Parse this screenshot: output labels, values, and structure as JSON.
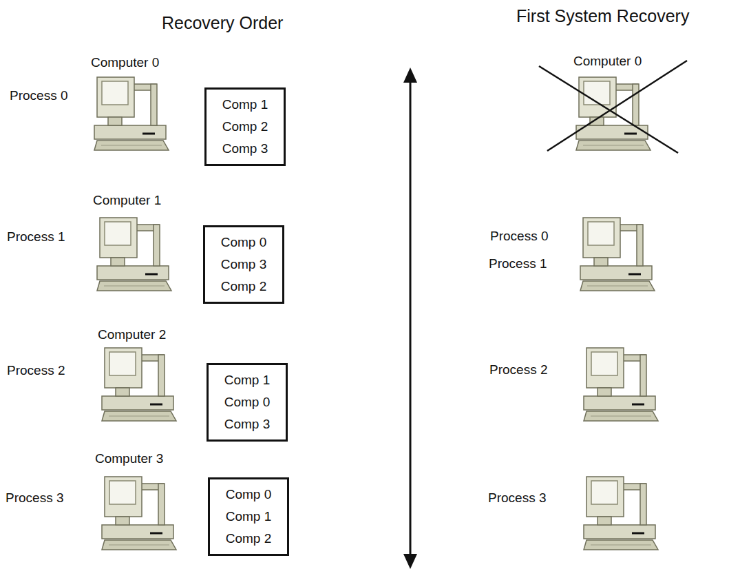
{
  "diagram": {
    "nodes": [
      {
        "text": [
          "Comp 1",
          "Comp 2",
          "Comp 3"
        ]
      },
      {
        "text": [
          "Comp 0",
          "Comp 3",
          "Comp 2"
        ]
      },
      {
        "text": [
          "Comp 1",
          "Comp 0",
          "Comp 3"
        ]
      },
      {
        "text": [
          "Comp 0",
          "Comp 1",
          "Comp 2"
        ]
      }
    ],
    "labels": [
      "Recovery Order",
      "First System Recovery",
      "Computer 0",
      "Process 0",
      "Computer 1",
      "Process 1",
      "Computer 2",
      "Process 2",
      "Computer 3",
      "Process 3",
      "Computer 0",
      "Process 0",
      "Process 1",
      "Process 2",
      "Process 3"
    ]
  }
}
